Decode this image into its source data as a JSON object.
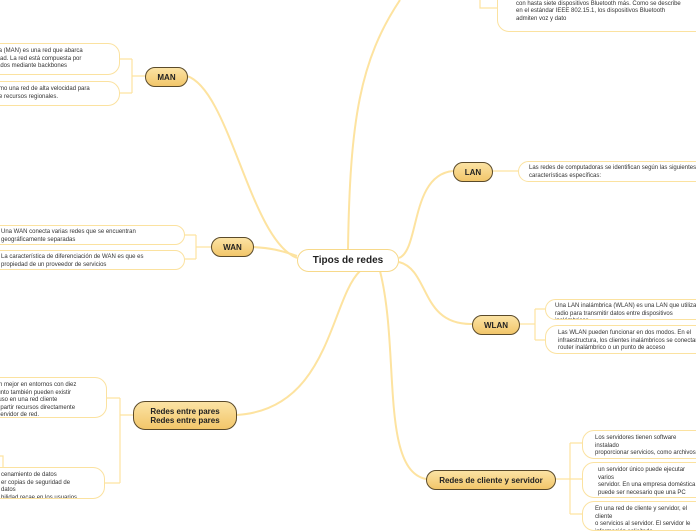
{
  "center": {
    "label": "Tipos de redes"
  },
  "colors": {
    "line": "#fde3a0",
    "node_fill": "#f2c66a",
    "node_border": "#5a4a2a"
  },
  "nodes": {
    "man": {
      "label": "MAN",
      "notes": [
        "itana (MAN) es una red que abarca\n ciudad. La red está compuesta por\nectados mediante backbones\ntica.",
        "r como una red de alta velocidad para\nto de recursos regionales."
      ]
    },
    "wan": {
      "label": "WAN",
      "notes": [
        "Una WAN conecta varias redes que se encuentran\ngeográficamente separadas",
        "La característica de diferenciación de WAN es que es\npropiedad de un proveedor de servicios"
      ]
    },
    "bluetooth": {
      "notes": [
        "distancia entre sí. Un dispositivo Bluetooth puede conectarse\ncon hasta siete dispositivos Bluetooth más. Como se describe\nen el estándar IEEE 802.15.1, los dispositivos Bluetooth\nadmiten voz y dato"
      ]
    },
    "lan": {
      "label": "LAN",
      "notes": [
        "Las redes de computadoras se identifican según las siguientes\ncaracterísticas específicas:"
      ]
    },
    "wlan": {
      "label": "WLAN",
      "notes": [
        "Una LAN inalámbrica (WLAN) es una LAN que utiliza\nradio para transmitir datos entre dispositivos inalámbricos",
        "Las WLAN pueden funcionar en dos modos. En el\ninfraestructura, los clientes inalámbricos se conectan\nrouter inalámbrico o un punto de acceso"
      ]
    },
    "p2p": {
      "label": "Redes entre pares\nRedes entre pares",
      "notes": [
        "onan mejor en entornos con diez\na punto también pueden existir\n Incluso en una red cliente\ncompartir recursos directamente\nun servidor de red.",
        "cenamiento de datos\ner copias de seguridad de datos\nbilidad recae en los usuarios"
      ]
    },
    "cs": {
      "label": "Redes de cliente y servidor",
      "notes": [
        "Los servidores tienen software instalado\nproporcionar servicios, como archivos,\npáginas web, a los clientes",
        "un servidor único puede ejecutar varios\nservidor. En una empresa doméstica\npuede ser necesario que una PC funcione\narchivos, servidor web y servidor de",
        "En una red de cliente y servidor, el cliente\no servicios al servidor. El servidor le\ninformación solicitada"
      ]
    }
  }
}
